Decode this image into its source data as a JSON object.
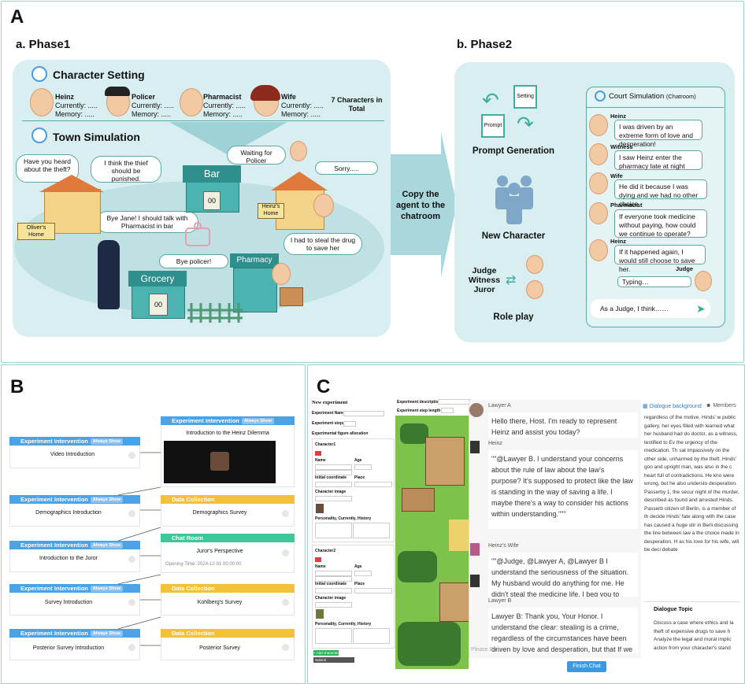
{
  "panel_labels": {
    "a": "A",
    "b": "B",
    "c": "C"
  },
  "phase1": {
    "title": "a. Phase1",
    "character_setting": "Character Setting",
    "characters": [
      {
        "name": "Heinz",
        "currently": "Currently: .....",
        "memory": "Memory: ....."
      },
      {
        "name": "Policer",
        "currently": "Currently: .....",
        "memory": "Memory: ....."
      },
      {
        "name": "Pharmacist",
        "currently": "Currently: .....",
        "memory": "Memory: ....."
      },
      {
        "name": "Wife",
        "currently": "Currently: .....",
        "memory": "Memory: ....."
      }
    ],
    "total": "7 Characters in Total",
    "town_simulation": "Town Simulation",
    "bubbles": {
      "theft": "Have you heard about the theft?",
      "thief": "I think the thief should be punished.",
      "waiting": "Waiting for Policer",
      "sorry": "Sorry.....",
      "bye_jane": "Bye Jane! I should talk with Pharmacist in bar",
      "steal": "I had to steal the drug to save her",
      "bye_policer": "Bye policer!"
    },
    "places": {
      "bar": "Bar",
      "grocery": "Grocery",
      "pharmacy": "Pharmacy",
      "olivers_home": "Oliver's Home",
      "heinz_home": "Heinz's Home"
    }
  },
  "arrow_text": "Copy the agent to the chatroom",
  "phase2": {
    "title": "b. Phase2",
    "setting": "Setting",
    "prompt": "Prompt",
    "prompt_generation": "Prompt Generation",
    "new_character": "New Character",
    "roles": "Judge Witness Juror",
    "role_play": "Role play",
    "court_title": "Court Simulation",
    "court_sub": "(Chatroom)",
    "messages": [
      {
        "speaker": "Heinz",
        "text": "I was driven by an extreme form of love and desperation!"
      },
      {
        "speaker": "Witness",
        "text": "I saw Heinz enter the pharmacy late at night"
      },
      {
        "speaker": "Wife",
        "text": "He did it because I was dying and we had no other choice."
      },
      {
        "speaker": "Pharmacist",
        "text": "If everyone took medicine without paying, how could we continue to operate?"
      },
      {
        "speaker": "Heinz",
        "text": "If it happened again, I would still choose to save her."
      }
    ],
    "judge": "Judge",
    "typing": "Typing…",
    "input": "As a Judge, I think……"
  },
  "panelB": {
    "left": [
      {
        "head": "Experiment Intervention",
        "tag": "Always Show",
        "text": "Video Introduction"
      },
      {
        "head": "Experiment Intervention",
        "tag": "Always Show",
        "text": "Demographics Introduction"
      },
      {
        "head": "Experiment Intervention",
        "tag": "Always Show",
        "text": "Introduction to the Juror"
      },
      {
        "head": "Experiment Intervention",
        "tag": "Always Show",
        "text": "Survey Introduction"
      },
      {
        "head": "Experiment Intervention",
        "tag": "Always Show",
        "text": "Posterior Survey Introduction"
      }
    ],
    "right_top": {
      "head": "Experiment Intervention",
      "tag": "Always Show",
      "text": "Introduction to the Heinz Dilemma"
    },
    "right": [
      {
        "head": "Data Collection",
        "text": "Demographics Survey"
      },
      {
        "head": "Chat Room",
        "text": "Juror's Perspective",
        "extra": "Opening Time: 2024-12-01 00:00:00"
      },
      {
        "head": "Data Collection",
        "text": "Kohlberg's Survey"
      },
      {
        "head": "Data Collection",
        "text": "Posterior Survey"
      }
    ]
  },
  "panelC": {
    "form_title": "New experiment",
    "exp_name": "Experiment Name",
    "exp_steps": "Experiment steps",
    "fig_alloc": "Experimental figure allocation",
    "character1": "Character1",
    "character2": "Character2",
    "name": "Name",
    "age": "Age",
    "initial": "Initial coordinate",
    "place": "Place",
    "char_image": "Character image",
    "personality": "Personality, Currently, History",
    "add_char": "+ Add character",
    "submit": "Submit",
    "exp_desc": "Experiment description",
    "exp_steplen": "Experiment step length",
    "chat": [
      {
        "name": "Lawyer A",
        "text": "Hello there, Host. I'm ready to represent Heinz and assist you today?"
      },
      {
        "name": "Heinz",
        "text": "\"\"@Lawyer B. I understand your concerns about the rule of law about the law's purpose? It's supposed to protect like the law is standing in the way of saving a life. I maybe there's a way to consider his actions within understanding.\"\"\""
      },
      {
        "name": "Heinz's Wife",
        "text": "\"\"@Judge, @Lawyer A, @Lawyer B I understand the seriousness of the situation. My husband would do anything for me. He didn't steal the medicine life. I beg you to consider his love and desperation.\"\"\""
      },
      {
        "name": "Lawyer B",
        "text": "Lawyer B: Thank you, Your Honor. I understand the clear: stealing is a crime, regardless of the circumstances have been driven by love and desperation, but that If we allow this act to go unpunished, we set a dangerous must be upheld to maintain social order."
      }
    ],
    "please_enter": "Please Enter...",
    "finish_chat": "Finish Chat",
    "dialogue_bg": "Dialogue background",
    "members": "Members",
    "bg_text": "regardless of the motive. Hinds' w public gallery, her eyes filled with learned what her husband had do doctor, as a witness, testified to Ev the urgency of the medication. Th sat impassively on the other side, unharmed by the theft. Hinds' goo and upright man, was also in the c heart full of contradictions. He kno were wrong, but he also understo desperation. Passerby 1, the secur night of the murder, described as found and arrested Hinds. Passerb citizen of Berlin, is a member of th decide Hinds' fate along with the case has caused a huge stir in Berli discussing the line between law a the choice made in desperation. H as his love for his wife, will be deci debate",
    "dialogue_topic": "Dialogue Topic",
    "topic_text": "Discuss a case where ethics and la theft of expensive drugs to save h Analyze the legal and moral implic action from your character's stand"
  }
}
